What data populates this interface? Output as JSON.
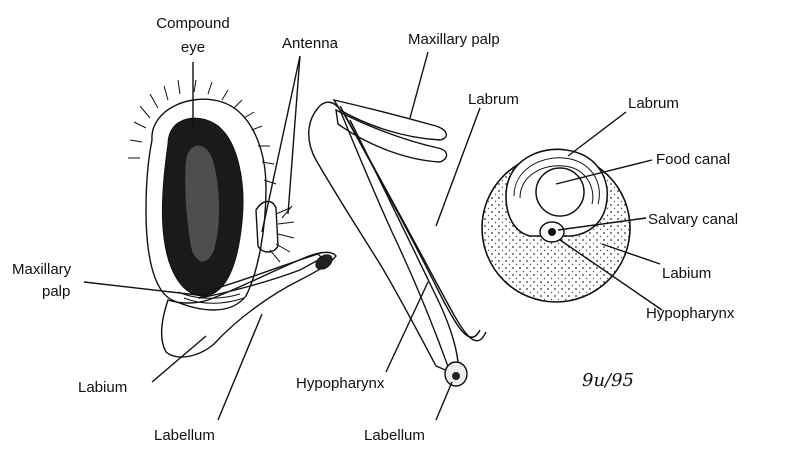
{
  "figure": {
    "labels": {
      "compound_eye_1": "Compound",
      "compound_eye_2": "eye",
      "antenna": "Antenna",
      "maxillary_palp_left_1": "Maxillary",
      "maxillary_palp_left_2": "palp",
      "labium_left": "Labium",
      "labellum_left": "Labellum",
      "maxillary_palp_mid": "Maxillary palp",
      "labrum_mid": "Labrum",
      "hypopharynx_mid": "Hypopharynx",
      "labellum_mid": "Labellum",
      "labrum_right": "Labrum",
      "food_canal": "Food canal",
      "salivary_canal": "Salvary canal",
      "labium_right": "Labium",
      "hypopharynx_right": "Hypopharynx"
    },
    "signature_text": "9u/95"
  }
}
